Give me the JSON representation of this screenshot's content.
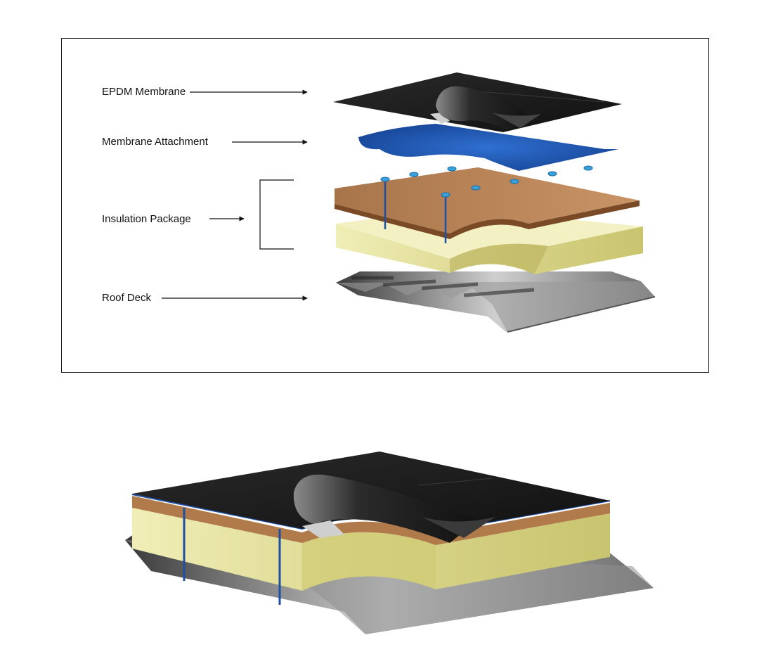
{
  "diagram": {
    "labels": {
      "epdm": "EPDM Membrane",
      "attachment": "Membrane Attachment",
      "insulation": "Insulation Package",
      "deck": "Roof Deck"
    },
    "colors": {
      "membrane": "#1c1c1c",
      "attachment": "#1e4fa3",
      "cover_board": "#b98356",
      "insulation": "#e6e39c",
      "deck": "#a9a9a9",
      "fastener": "#3aa0d8"
    }
  }
}
